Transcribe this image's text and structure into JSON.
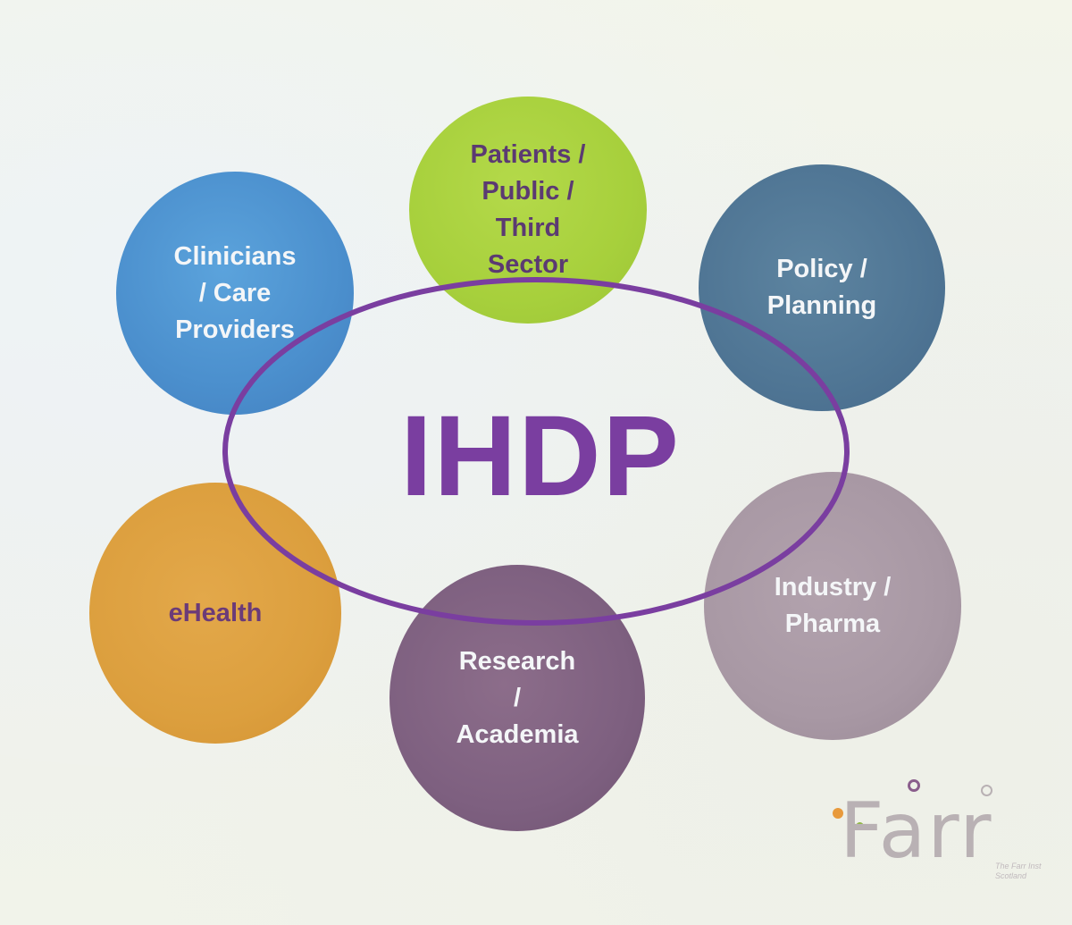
{
  "diagram": {
    "center": "IHDP",
    "nodes": {
      "patients": "Patients /\nPublic /\nThird\nSector",
      "clinicians": "Clinicians\n/ Care\nProviders",
      "policy": "Policy /\nPlanning",
      "ehealth": "eHealth",
      "industry": "Industry /\nPharma",
      "research": "Research\n/\nAcademia"
    },
    "colors": {
      "patients": "#a7d03c",
      "clinicians": "#4b8fcd",
      "policy": "#4f7594",
      "ehealth": "#dc9f3e",
      "industry": "#a898a4",
      "research": "#7e6080",
      "ring": "#7a3ea0",
      "center_text": "#7a3ea0"
    }
  },
  "logo": {
    "wordmark": "Farr",
    "tagline": "The Farr Inst\nScotland",
    "dot_colors": [
      "#e89a3c",
      "#8bb83a",
      "#8a5d8c",
      "#b9b1b4"
    ]
  }
}
